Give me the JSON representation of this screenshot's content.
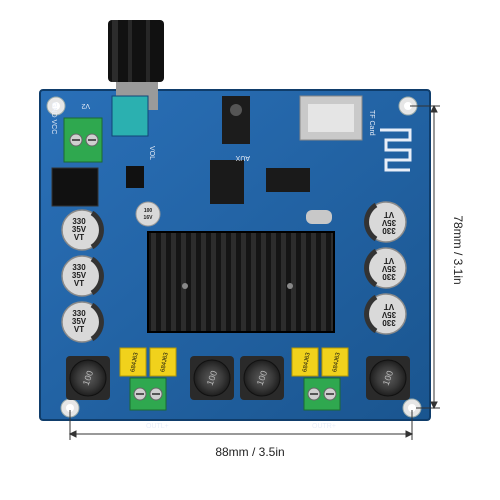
{
  "dimensions": {
    "width_label": "88mm / 3.5in",
    "height_label": "78mm / 3.1in"
  },
  "silkscreen": {
    "v2": "V2",
    "gnd_vcc": "GND VCC",
    "vol": "VOL",
    "aux": "AUX",
    "tf_card": "TF Card",
    "outl": "OUTL+",
    "outr": "OUTR+"
  },
  "components": {
    "main_caps": [
      {
        "value": "330",
        "voltage": "35V",
        "brand": "VT"
      },
      {
        "value": "330",
        "voltage": "35V",
        "brand": "VT"
      },
      {
        "value": "330",
        "voltage": "35V",
        "brand": "VT"
      },
      {
        "value": "330",
        "voltage": "35V",
        "brand": "VT"
      },
      {
        "value": "330",
        "voltage": "35V",
        "brand": "VT"
      },
      {
        "value": "330",
        "voltage": "35V",
        "brand": "VT"
      }
    ],
    "small_cap": {
      "value": "100",
      "voltage": "16V"
    },
    "film_caps": [
      "684J63",
      "684J63",
      "684J63",
      "684J63"
    ],
    "inductors": [
      "100",
      "100",
      "100",
      "100"
    ]
  },
  "colors": {
    "pcb": "#1d5fa3",
    "pcb_dark": "#154a82",
    "heatsink": "#1b1b1b",
    "film_cap": "#f1d21c",
    "terminal": "#2fa84f",
    "cap_sleeve": "#d9d9d9"
  }
}
